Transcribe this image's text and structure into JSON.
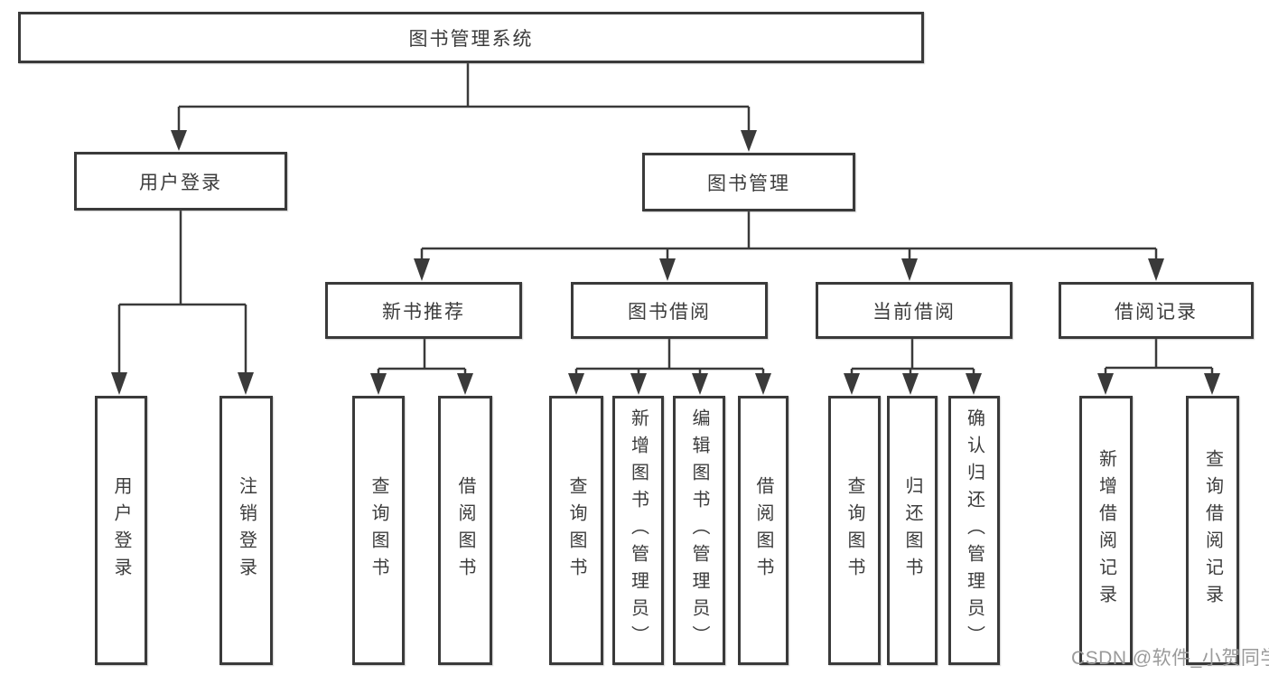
{
  "tree": {
    "label": "图书管理系统",
    "children": [
      {
        "label": "用户登录",
        "children": [
          {
            "label": "用户登录"
          },
          {
            "label": "注销登录"
          }
        ]
      },
      {
        "label": "图书管理",
        "children": [
          {
            "label": "新书推荐",
            "children": [
              {
                "label": "查询图书"
              },
              {
                "label": "借阅图书"
              }
            ]
          },
          {
            "label": "图书借阅",
            "children": [
              {
                "label": "查询图书"
              },
              {
                "label": "新增图书（管理员）"
              },
              {
                "label": "编辑图书（管理员）"
              },
              {
                "label": "借阅图书"
              }
            ]
          },
          {
            "label": "当前借阅",
            "children": [
              {
                "label": "查询图书"
              },
              {
                "label": "归还图书"
              },
              {
                "label": "确认归还（管理员）"
              }
            ]
          },
          {
            "label": "借阅记录",
            "children": [
              {
                "label": "新增借阅记录"
              },
              {
                "label": "查询借阅记录"
              }
            ]
          }
        ]
      }
    ]
  },
  "watermark": {
    "text": "CSDN @软件_小贺同学"
  },
  "colors": {
    "line": "#3a3a3a",
    "text": "#3c3c3c",
    "background": "#ffffff",
    "watermark": "#9a9a9a"
  }
}
